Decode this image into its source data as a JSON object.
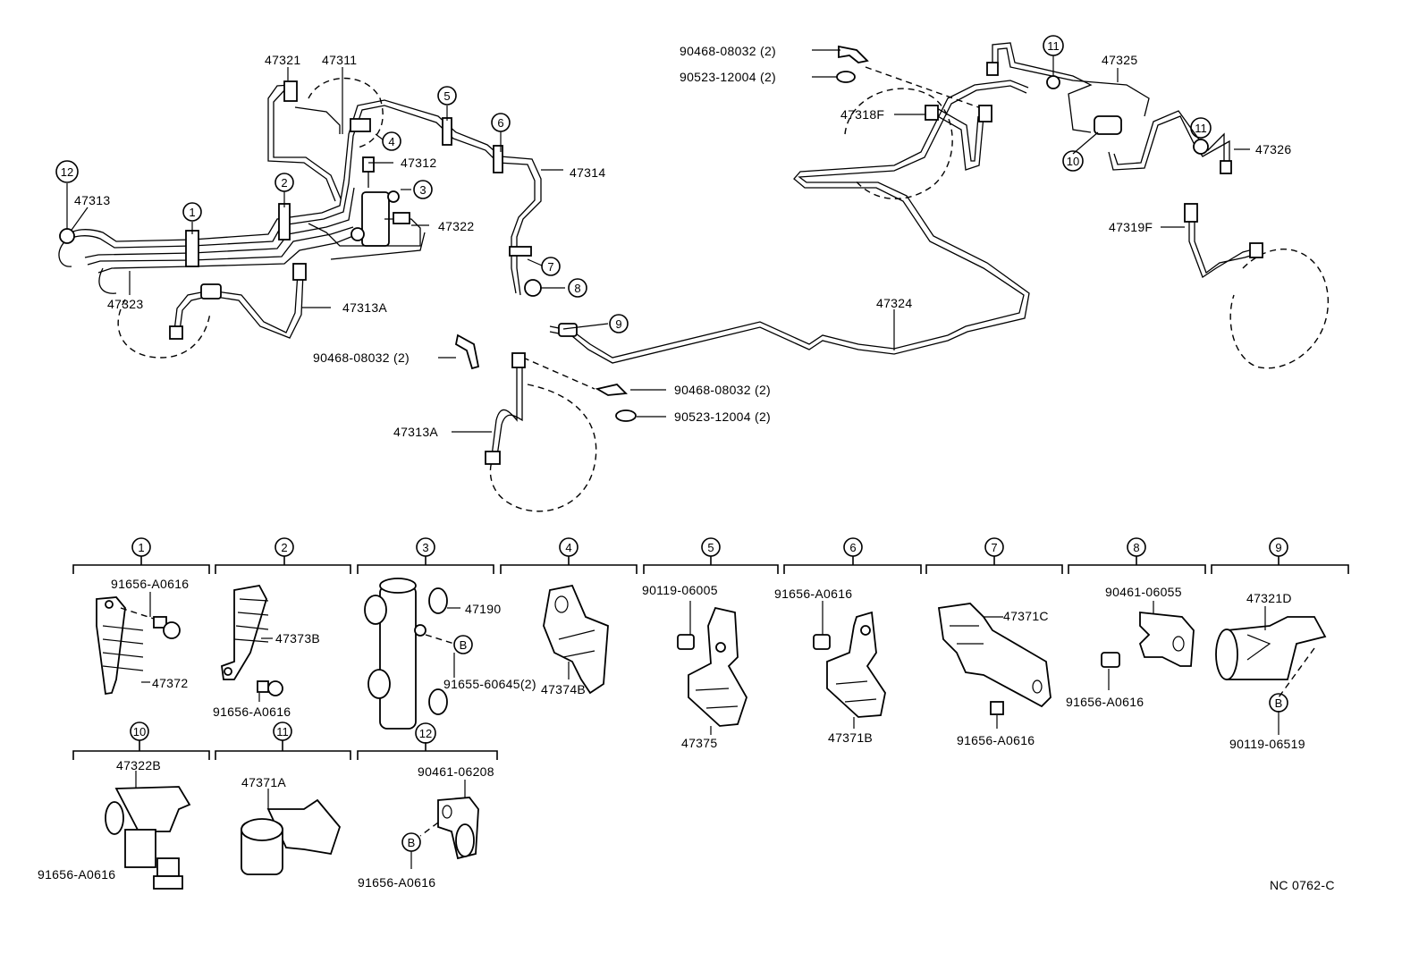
{
  "diagram_code": "NC 0762-C",
  "callout_markers": [
    "1",
    "2",
    "3",
    "4",
    "5",
    "6",
    "7",
    "8",
    "9",
    "10",
    "11",
    "12"
  ],
  "bolt_marker": "B",
  "upper_labels": {
    "p47321": "47321",
    "p47311": "47311",
    "p47312": "47312",
    "p47313": "47313",
    "p47314": "47314",
    "p47322": "47322",
    "p47323": "47323",
    "p47313A_left": "47313A",
    "clip_left": "90468-08032 (2)",
    "clip_mid": "90468-08032 (2)",
    "clip_top": "90468-08032 (2)",
    "washer_mid": "90523-12004 (2)",
    "washer_top": "90523-12004 (2)",
    "p47313A_mid": "47313A",
    "p47318F": "47318F",
    "p47319F": "47319F",
    "p47324": "47324",
    "p47325": "47325",
    "p47326": "47326"
  },
  "detail_labels": {
    "g1_bolt": "91656-A0616",
    "g1_part": "47372",
    "g2_part": "47373B",
    "g2_bolt": "91656-A0616",
    "g3_part": "47190",
    "g3_bolt": "91655-60645(2)",
    "g4_part": "47374B",
    "g5_bolt": "90119-06005",
    "g5_part": "47375",
    "g6_bolt": "91656-A0616",
    "g6_part": "47371B",
    "g7_part": "47371C",
    "g7_bolt": "91656-A0616",
    "g8_bolt": "90461-06055",
    "g8_bolt2": "91656-A0616",
    "g9_part": "47321D",
    "g9_bolt": "90119-06519",
    "g10_part": "47322B",
    "g10_bolt": "91656-A0616",
    "g11_part": "47371A",
    "g12_bolt": "90461-06208",
    "g12_bolt2": "91656-A0616"
  }
}
